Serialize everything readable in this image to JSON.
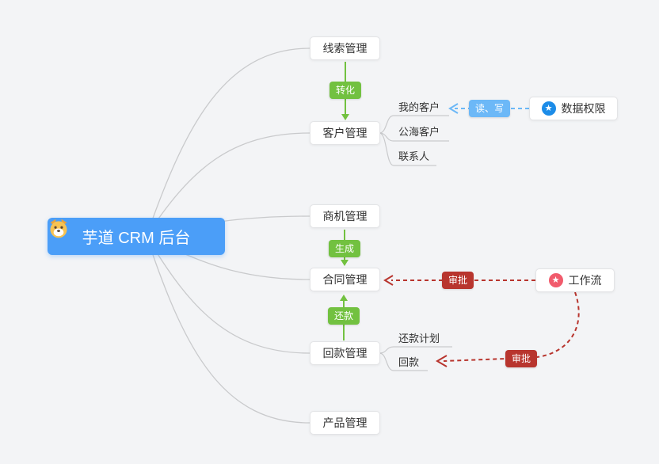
{
  "canvas": {
    "background": "#f3f4f6"
  },
  "root_node": {
    "label": "芋道 CRM 后台",
    "color": "#4b9ef8",
    "icon": "dog-icon"
  },
  "main_nodes": [
    {
      "id": "clue",
      "label": "线索管理"
    },
    {
      "id": "customer",
      "label": "客户管理"
    },
    {
      "id": "business",
      "label": "商机管理"
    },
    {
      "id": "contract",
      "label": "合同管理"
    },
    {
      "id": "receivable",
      "label": "回款管理"
    },
    {
      "id": "product",
      "label": "产品管理"
    }
  ],
  "customer_children": [
    {
      "label": "我的客户"
    },
    {
      "label": "公海客户"
    },
    {
      "label": "联系人"
    }
  ],
  "receivable_children": [
    {
      "label": "还款计划"
    },
    {
      "label": "回款"
    }
  ],
  "badges": {
    "convert": {
      "label": "转化",
      "color": "#72c140"
    },
    "generate": {
      "label": "生成",
      "color": "#72c140"
    },
    "repay": {
      "label": "还款",
      "color": "#72c140"
    },
    "read_write": {
      "label": "读、写",
      "color": "#6cb8f7"
    },
    "approve_contract": {
      "label": "审批",
      "color": "#b8352e"
    },
    "approve_receivable": {
      "label": "审批",
      "color": "#b8352e"
    }
  },
  "side_nodes": {
    "data_permission": {
      "label": "数据权限",
      "icon": "star-icon",
      "icon_color": "#1c8ce8"
    },
    "workflow": {
      "label": "工作流",
      "icon": "star-icon",
      "icon_color": "#f15b6c"
    }
  }
}
